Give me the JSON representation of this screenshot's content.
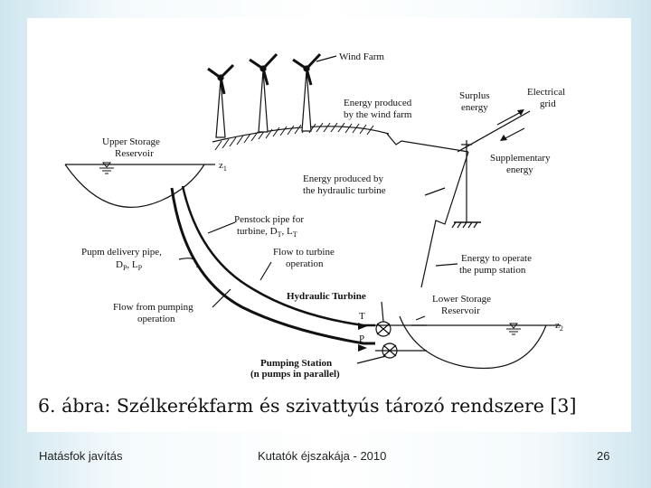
{
  "diagram": {
    "labels": {
      "wind_farm": "Wind Farm",
      "energy_wind_1": "Energy produced",
      "energy_wind_2": "by the wind farm",
      "surplus_1": "Surplus",
      "surplus_2": "energy",
      "grid_1": "Electrical",
      "grid_2": "grid",
      "upper_1": "Upper Storage",
      "upper_2": "Reservoir",
      "supp_1": "Supplementary",
      "supp_2": "energy",
      "z1": "z",
      "z1_sub": "1",
      "hydro_1": "Energy produced by",
      "hydro_2": "the hydraulic turbine",
      "penstock_1": "Penstock pipe for",
      "penstock_2": "turbine, D",
      "penstock_T1": "T",
      "penstock_sep": ", L",
      "penstock_T2": "T",
      "delivery_1": "Pupm delivery pipe,",
      "delivery_2a": "D",
      "delivery_P1": "P",
      "delivery_sep": ", L",
      "delivery_P2": "P",
      "flow_turbine_1": "Flow to turbine",
      "flow_turbine_2": "operation",
      "pump_energy_1": "Energy to operate",
      "pump_energy_2": "the pump station",
      "hydraulic_turbine": "Hydraulic Turbine",
      "lower_1": "Lower Storage",
      "lower_2": "Reservoir",
      "z2": "z",
      "z2_sub": "2",
      "flow_pump_1": "Flow from pumping",
      "flow_pump_2": "operation",
      "pumping_1": "Pumping Station",
      "pumping_2": "(n pumps in parallel)",
      "valve_t": "T",
      "valve_p": "P"
    },
    "caption": "6. ábra: Szélkerékfarm és szivattyús tározó rendszere [3]"
  },
  "footer": {
    "left": "Hatásfok javítás",
    "center": "Kutatók éjszakája - 2010",
    "page": "26"
  }
}
